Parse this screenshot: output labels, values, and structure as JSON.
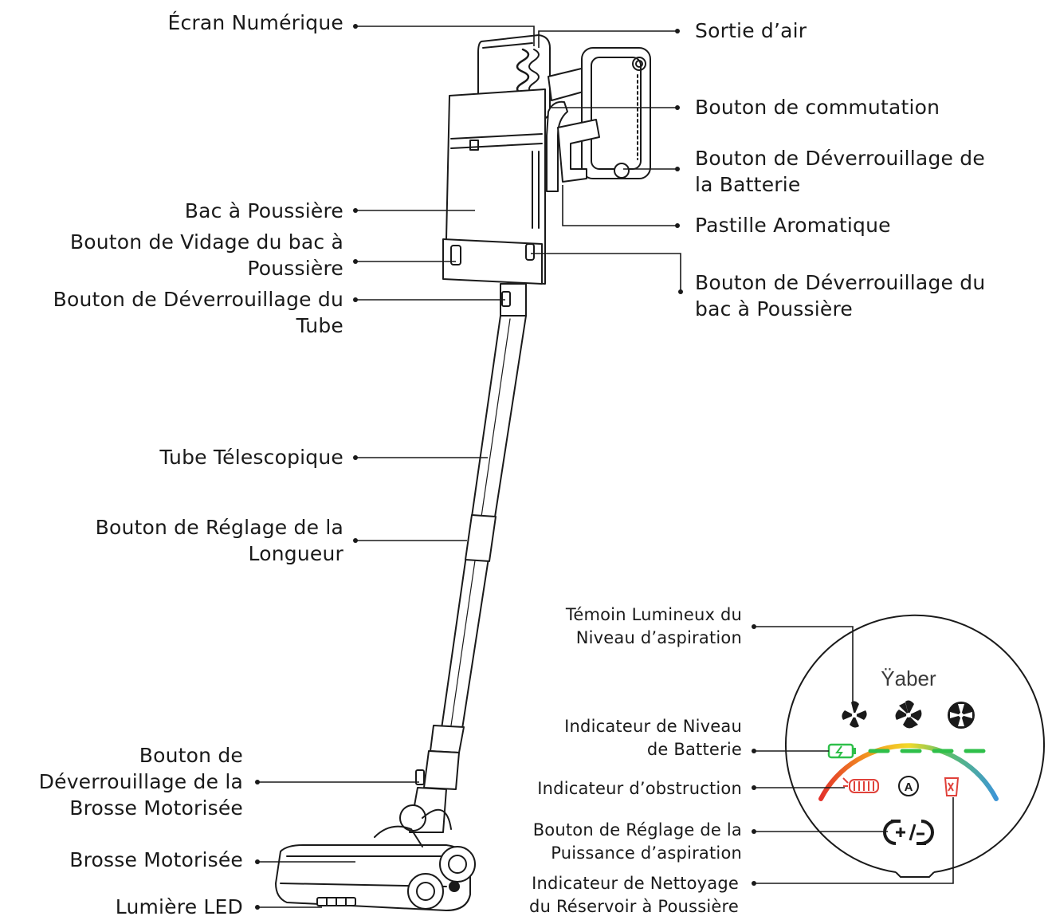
{
  "labels": {
    "ecran": [
      "Écran Numérique"
    ],
    "sortie": [
      "Sortie d’air"
    ],
    "commutation": [
      "Bouton de commutation"
    ],
    "deverr_batterie": [
      "Bouton de Déverrouillage de",
      "la Batterie"
    ],
    "bac": [
      "Bac à Poussière"
    ],
    "vidage": [
      "Bouton de Vidage du bac à",
      "Poussière"
    ],
    "pastille": [
      "Pastille Aromatique"
    ],
    "deverr_tube": [
      "Bouton de Déverrouillage du",
      "Tube"
    ],
    "deverr_bac": [
      "Bouton de Déverrouillage du",
      "bac à Poussière"
    ],
    "tube": [
      "Tube Télescopique"
    ],
    "longueur": [
      "Bouton de Réglage de la",
      "Longueur"
    ],
    "deverr_brosse": [
      "Bouton de",
      "Déverrouillage de la",
      "Brosse Motorisée"
    ],
    "brosse": [
      "Brosse Motorisée"
    ],
    "led": [
      "Lumière LED"
    ],
    "temoin": [
      "Témoin Lumineux du",
      "Niveau d’aspiration"
    ],
    "batterie_ind": [
      "Indicateur de Niveau",
      "de Batterie"
    ],
    "obstruction": [
      "Indicateur d’obstruction"
    ],
    "puissance": [
      "Bouton de Réglage de la",
      "Puissance d’aspiration"
    ],
    "nettoyage": [
      "Indicateur de Nettoyage",
      "du Réservoir à Poussière"
    ]
  },
  "panel": {
    "brand": "Ÿaber",
    "mode_auto": "A"
  },
  "colors": {
    "line": "#1a1a1a",
    "battery_green": "#2fbf4a",
    "alert_red": "#e0413a",
    "arc_red": "#e3322b",
    "arc_orange": "#f39a1f",
    "arc_yellow": "#f2d92a",
    "arc_green": "#5cc06a",
    "arc_blue": "#3d95d6"
  },
  "icons": [
    "fan-low-icon",
    "fan-medium-icon",
    "fan-high-icon",
    "battery-icon",
    "blockage-icon",
    "auto-mode-icon",
    "dust-bin-icon",
    "power-toggle-icon"
  ]
}
